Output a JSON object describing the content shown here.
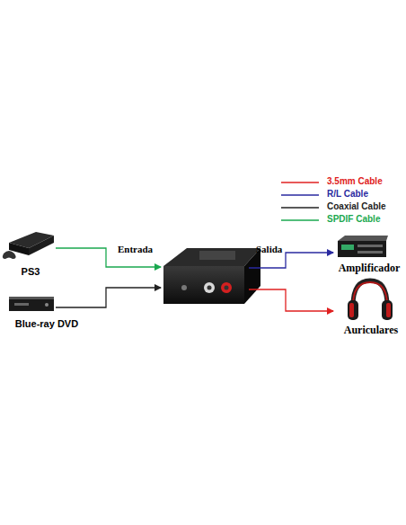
{
  "diagram": {
    "nodes": [
      {
        "text": [
          "PS3"
        ]
      },
      {
        "text": [
          "Blue-ray DVD"
        ]
      },
      {
        "text": [
          "Amplificador"
        ]
      },
      {
        "text": [
          "Auriculares"
        ]
      }
    ],
    "labels": [
      "Entrada",
      "Salida"
    ],
    "legend": [
      {
        "text": "3.5mm Cable"
      },
      {
        "text": "R/L Cable"
      },
      {
        "text": "Coaxial Cable"
      },
      {
        "text": "SPDIF Cable"
      }
    ]
  }
}
